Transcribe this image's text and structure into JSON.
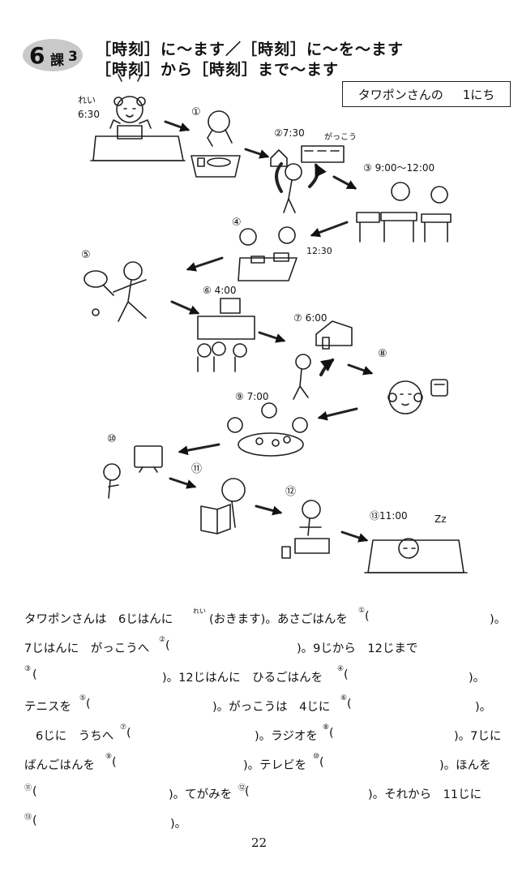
{
  "header": {
    "lesson_number": "6",
    "lesson_kanji": "課",
    "lesson_sub": "3",
    "title_line1": "［時刻］に〜ます／［時刻］に〜を〜ます",
    "title_line2": "［時刻］から［時刻］まで〜ます"
  },
  "day_box": {
    "name": "タワポンさんの",
    "day": "1にち"
  },
  "illustration": {
    "labels": {
      "rei": "れい",
      "rei_time": "6:30",
      "n1": "①",
      "n2_time": "②7:30",
      "gakkou": "がっこう",
      "n3_time": "③ 9:00〜12:00",
      "n4": "④",
      "n4_time": "12:30",
      "n5": "⑤",
      "n6_time": "⑥ 4:00",
      "n7_time": "⑦ 6:00",
      "n8": "⑧",
      "n9_time": "⑨ 7:00",
      "n10": "⑩",
      "n11": "⑪",
      "n12": "⑫",
      "n13_time": "⑬11:00",
      "zzz": "Zz"
    }
  },
  "exercise": {
    "lines": [
      {
        "a": "タワポンさんは　6じはんに",
        "rei": "れい",
        "b": "(おきます)。あさごはんを",
        "sup1": "①",
        "c": "(",
        "d": ")。"
      },
      {
        "a": "7じはんに　がっこうへ",
        "sup1": "②",
        "b": "(",
        "c": ")。9じから　12じまで"
      },
      {
        "sup1": "③",
        "a": "(",
        "b": ")。12じはんに　ひるごはんを",
        "sup2": "④",
        "c": "(",
        "d": ")。"
      },
      {
        "a": "テニスを",
        "sup1": "⑤",
        "b": "(",
        "c": ")。がっこうは　4じに",
        "sup2": "⑥",
        "d": "(",
        "e": ")。"
      },
      {
        "a": "6じに　うちへ",
        "sup1": "⑦",
        "b": "(",
        "c": ")。ラジオを",
        "sup2": "⑧",
        "d": "(",
        "e": ")。7じに"
      },
      {
        "a": "ばんごはんを",
        "sup1": "⑨",
        "b": "(",
        "c": ")。テレビを",
        "sup2": "⑩",
        "d": "(",
        "e": ")。ほんを"
      },
      {
        "sup1": "⑪",
        "a": "(",
        "b": ")。てがみを",
        "sup2": "⑫",
        "c": "(",
        "d": ")。それから　11じに"
      },
      {
        "sup1": "⑬",
        "a": "(",
        "b": ")。"
      }
    ]
  },
  "page_number": "22"
}
